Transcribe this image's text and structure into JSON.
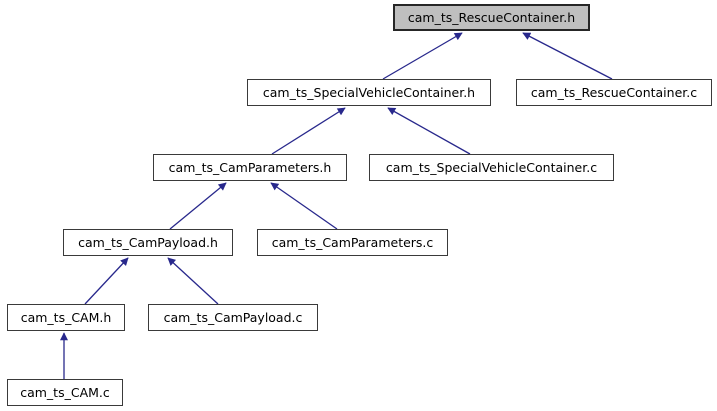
{
  "graph": {
    "type": "include-dependency-graph",
    "nodes": [
      {
        "id": "n0",
        "label": "cam_ts_RescueContainer.h",
        "highlighted": true
      },
      {
        "id": "n1",
        "label": "cam_ts_SpecialVehicleContainer.h",
        "highlighted": false
      },
      {
        "id": "n2",
        "label": "cam_ts_RescueContainer.c",
        "highlighted": false
      },
      {
        "id": "n3",
        "label": "cam_ts_CamParameters.h",
        "highlighted": false
      },
      {
        "id": "n4",
        "label": "cam_ts_SpecialVehicleContainer.c",
        "highlighted": false
      },
      {
        "id": "n5",
        "label": "cam_ts_CamPayload.h",
        "highlighted": false
      },
      {
        "id": "n6",
        "label": "cam_ts_CamParameters.c",
        "highlighted": false
      },
      {
        "id": "n7",
        "label": "cam_ts_CAM.h",
        "highlighted": false
      },
      {
        "id": "n8",
        "label": "cam_ts_CamPayload.c",
        "highlighted": false
      },
      {
        "id": "n9",
        "label": "cam_ts_CAM.c",
        "highlighted": false
      }
    ],
    "edges": [
      {
        "from": "cam_ts_SpecialVehicleContainer.h",
        "to": "cam_ts_RescueContainer.h"
      },
      {
        "from": "cam_ts_RescueContainer.c",
        "to": "cam_ts_RescueContainer.h"
      },
      {
        "from": "cam_ts_CamParameters.h",
        "to": "cam_ts_SpecialVehicleContainer.h"
      },
      {
        "from": "cam_ts_SpecialVehicleContainer.c",
        "to": "cam_ts_SpecialVehicleContainer.h"
      },
      {
        "from": "cam_ts_CamPayload.h",
        "to": "cam_ts_CamParameters.h"
      },
      {
        "from": "cam_ts_CamParameters.c",
        "to": "cam_ts_CamParameters.h"
      },
      {
        "from": "cam_ts_CAM.h",
        "to": "cam_ts_CamPayload.h"
      },
      {
        "from": "cam_ts_CamPayload.c",
        "to": "cam_ts_CamPayload.h"
      },
      {
        "from": "cam_ts_CAM.c",
        "to": "cam_ts_CAM.h"
      }
    ],
    "colors": {
      "edge": "#28288c",
      "node_fill": "#ffffff",
      "node_border": "#3a3a3a",
      "highlight_fill": "#bfbfbf",
      "text": "#000000",
      "background": "#ffffff"
    }
  }
}
